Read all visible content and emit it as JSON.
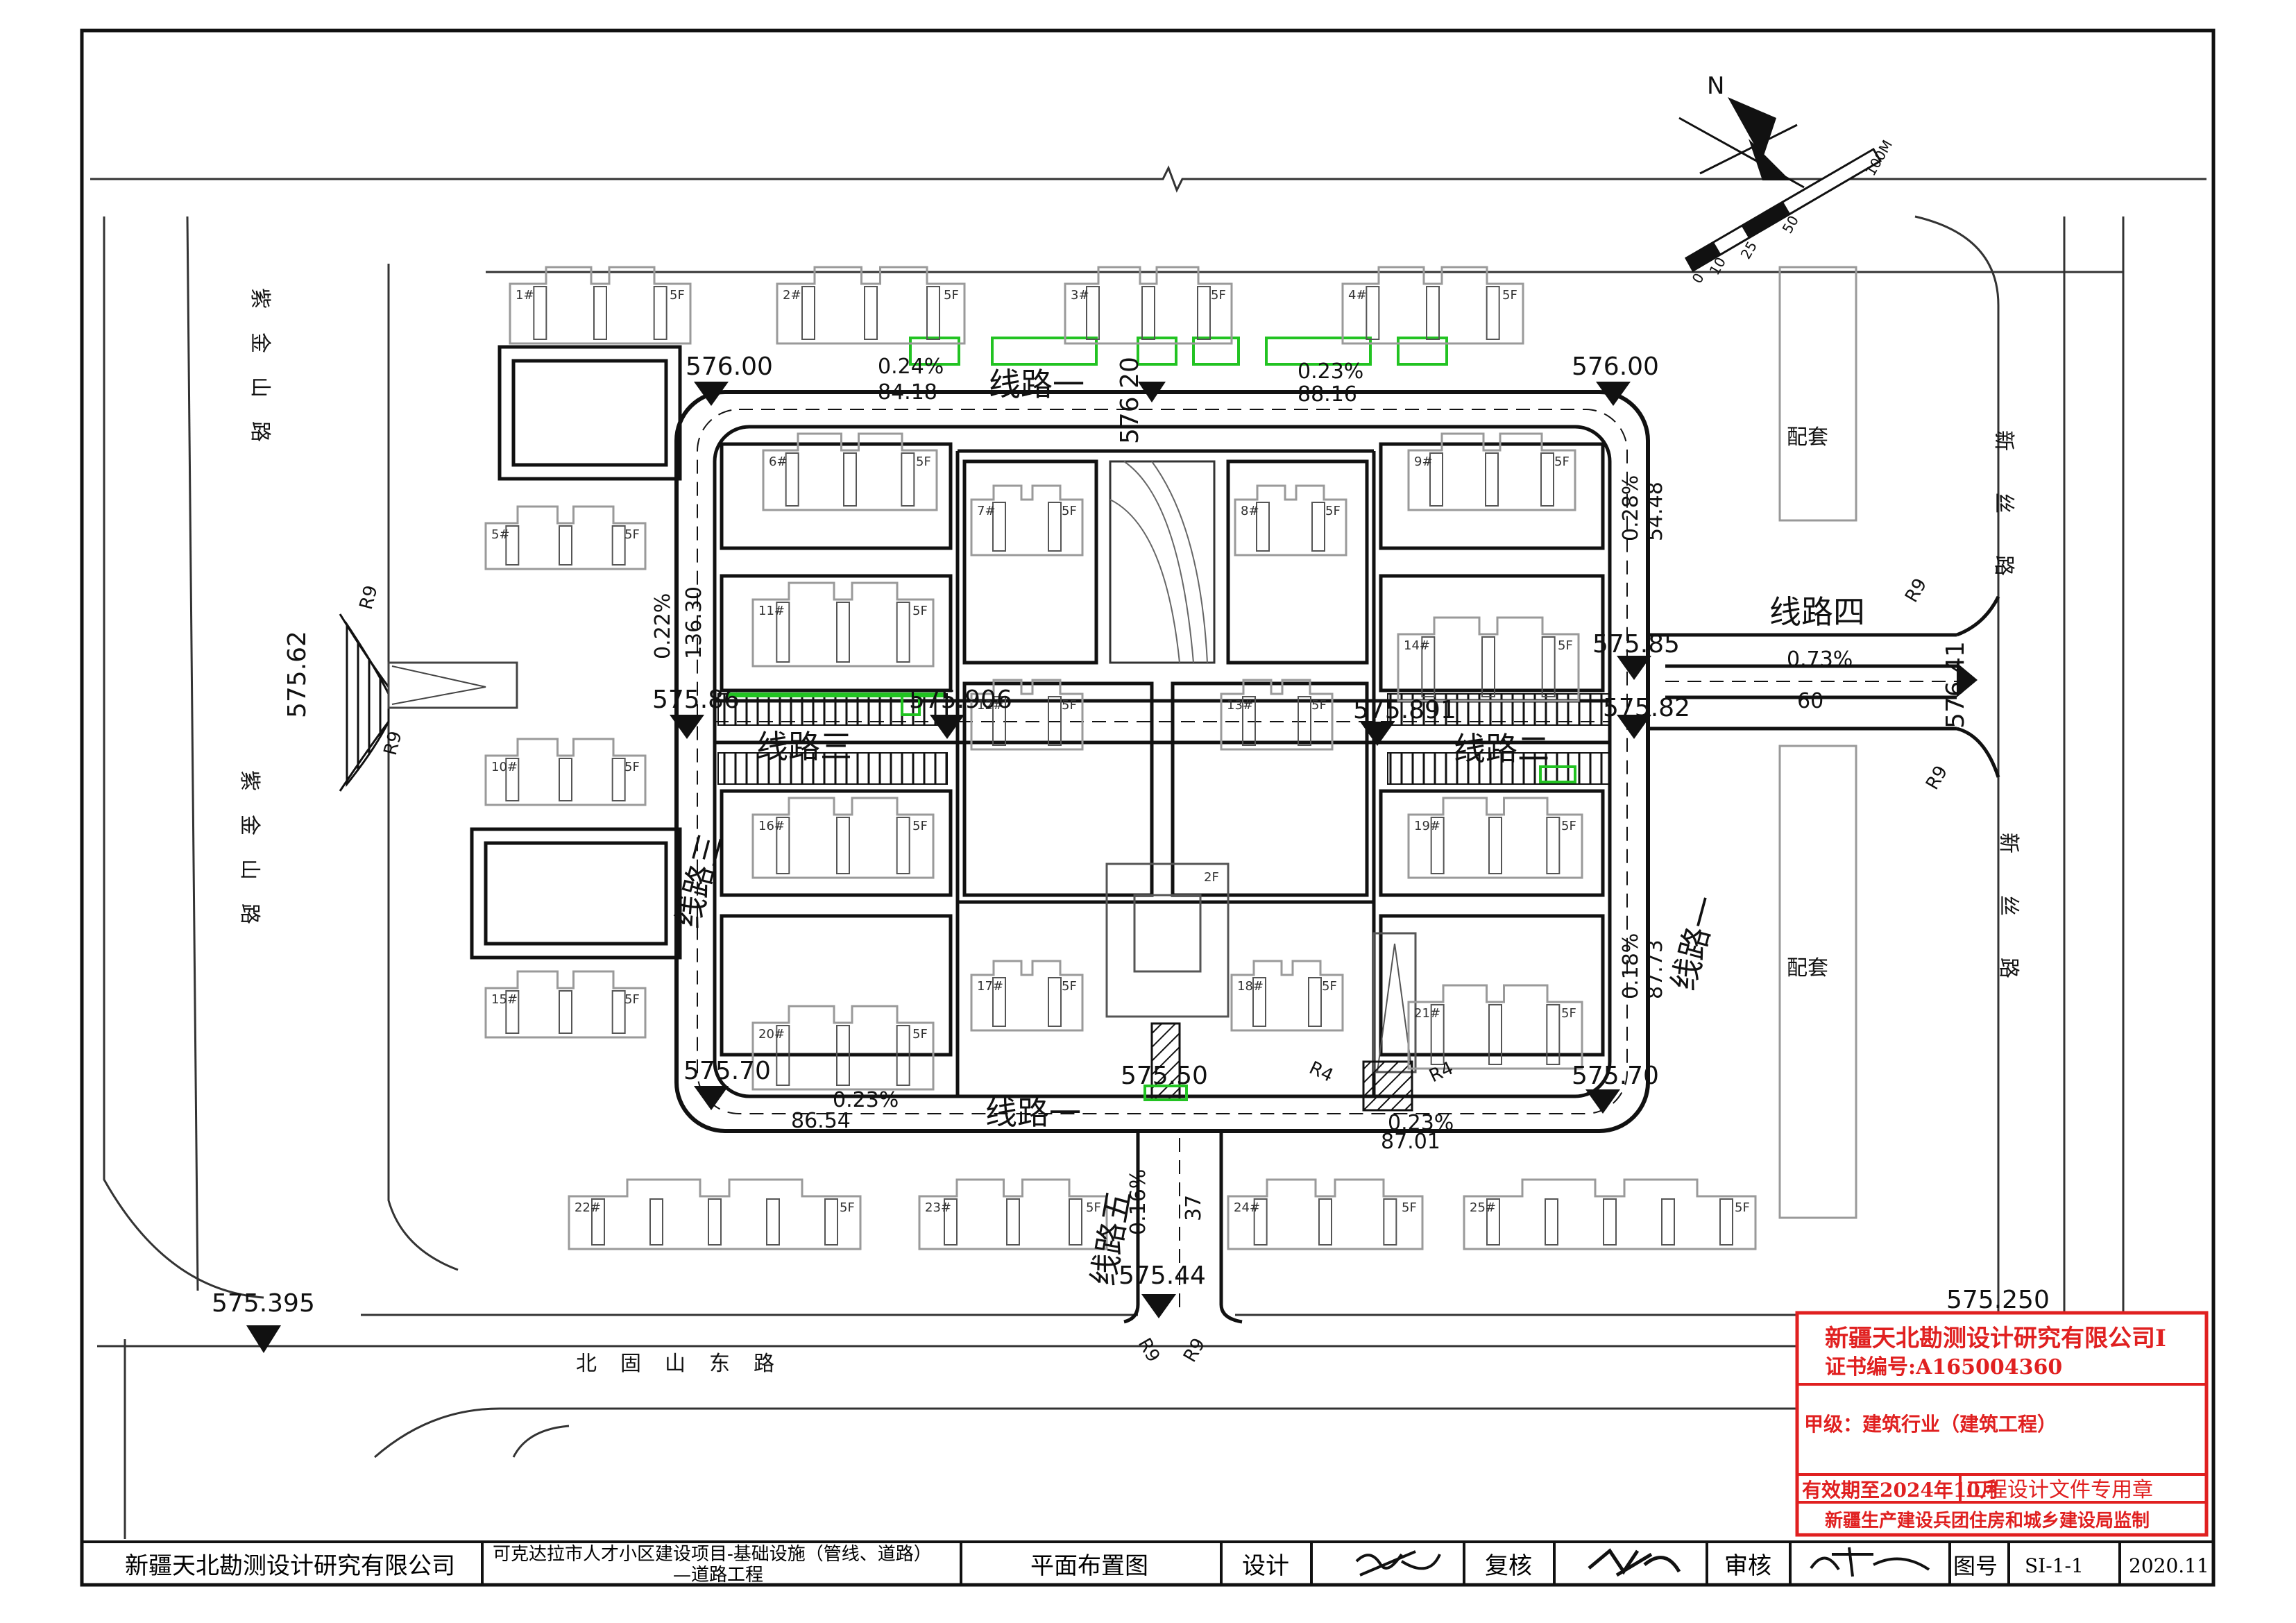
{
  "roads": {
    "r1": "线路一",
    "r2": "线路二",
    "r3": "线路三",
    "r4": "线路四",
    "r5": "线路五"
  },
  "streets": {
    "west_top": "紫金山路",
    "west_bottom": "紫金山路",
    "east_top": "新丝路",
    "east_bottom": "新丝路",
    "south": "北固山东路"
  },
  "elevations": {
    "e1": "576.00",
    "e2": "576.20",
    "e3": "576.00",
    "e4": "575.62",
    "e5": "575.86",
    "e6": "575.906",
    "e7": "575.891",
    "e8": "575.85",
    "e9": "575.82",
    "e10": "576.41",
    "e11": "575.70",
    "e12": "575.50",
    "e13": "575.70",
    "e14": "575.44",
    "e15": "575.395",
    "e16": "575.250"
  },
  "slopes": {
    "s1": "0.24%",
    "s2": "0.23%",
    "s3": "0.28%",
    "s4": "0.22%",
    "s5": "0.73%",
    "s6": "0.18%",
    "s7": "0.23%",
    "s8": "0.23%",
    "s9": "0.16%"
  },
  "lengths": {
    "l1": "84.18",
    "l2": "88.16",
    "l3": "54.48",
    "l4": "136.30",
    "l5": "60",
    "l6": "87.73",
    "l7": "86.54",
    "l8": "87.01",
    "l9": "37"
  },
  "radii": {
    "r9": "R9",
    "r4": "R4"
  },
  "buildings": [
    "1#",
    "2#",
    "3#",
    "4#",
    "5#",
    "6#",
    "7#",
    "8#",
    "9#",
    "10#",
    "11#",
    "12#",
    "13#",
    "14#",
    "15#",
    "16#",
    "17#",
    "18#",
    "19#",
    "20#",
    "21#",
    "22#",
    "23#",
    "24#",
    "25#"
  ],
  "floors": {
    "f5": "5F",
    "f2": "2F"
  },
  "peitao": "配套",
  "compass": {
    "north": "N",
    "scale": [
      "0",
      "10",
      "25",
      "50",
      "100M"
    ]
  },
  "stamp": {
    "company": "新疆天北勘测设计研究有限公司Ⅰ",
    "cert": "证书编号:A165004360",
    "grade": "甲级：建筑行业（建筑工程）",
    "valid": "有效期至2024年10月",
    "usage": "工程设计文件专用章",
    "supervise": "新疆生产建设兵团住房和城乡建设局监制"
  },
  "title_block": {
    "company": "新疆天北勘测设计研究有限公司",
    "project_line1": "可克达拉市人才小区建设项目-基础设施（管线、道路）",
    "project_line2": "—道路工程",
    "drawing": "平面布置图",
    "design_label": "设计",
    "review_label": "复核",
    "approve_label": "审核",
    "number_label": "图号",
    "number": "SI-1-1",
    "date": "2020.11"
  },
  "colors": {
    "line": "#111111",
    "stamp": "#e02020",
    "green": "#22c322",
    "building": "#9a9a9a"
  }
}
